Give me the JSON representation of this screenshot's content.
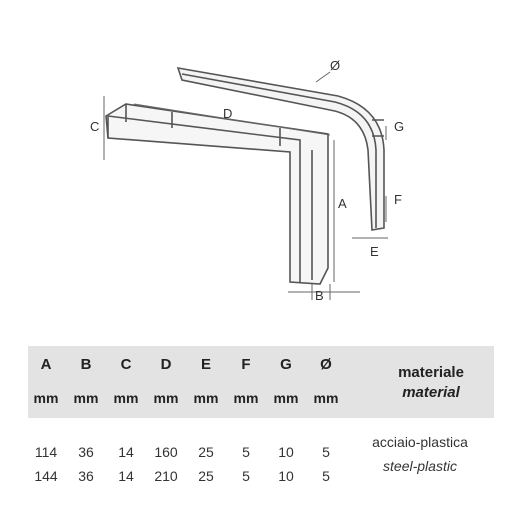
{
  "diagram": {
    "labels": {
      "d": "D",
      "c": "C",
      "a": "A",
      "b": "B",
      "e": "E",
      "f": "F",
      "g": "G",
      "diameter": "Ø"
    }
  },
  "spec_table": {
    "headers": [
      "A",
      "B",
      "C",
      "D",
      "E",
      "F",
      "G",
      "Ø"
    ],
    "units": [
      "mm",
      "mm",
      "mm",
      "mm",
      "mm",
      "mm",
      "mm",
      "mm"
    ],
    "material_header": {
      "it": "materiale",
      "en": "material"
    },
    "rows": [
      {
        "values": [
          "114",
          "36",
          "14",
          "160",
          "25",
          "5",
          "10",
          "5"
        ],
        "material_it": "acciaio-plastica",
        "material_en": "steel-plastic"
      },
      {
        "values": [
          "144",
          "36",
          "14",
          "210",
          "25",
          "5",
          "10",
          "5"
        ]
      }
    ]
  }
}
